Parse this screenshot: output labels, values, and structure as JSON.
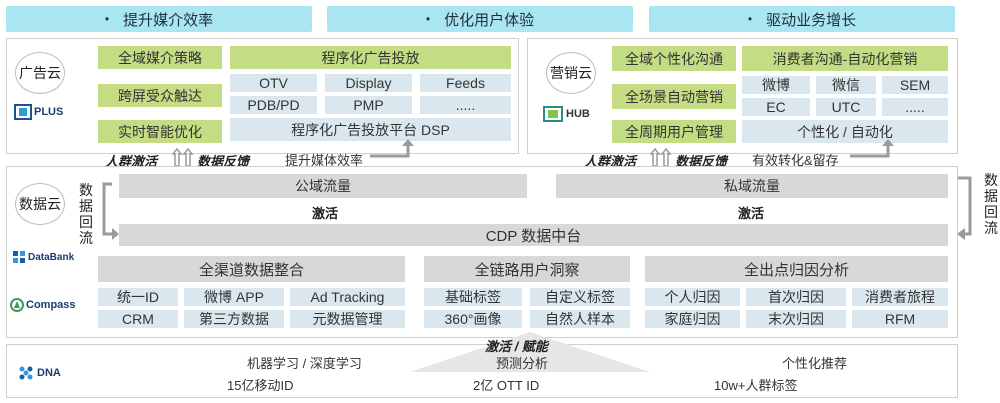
{
  "top": [
    "提升媒介效率",
    "优化用户体验",
    "驱动业务增长"
  ],
  "ad_cloud": {
    "name": "广告云",
    "logo": "PLUS",
    "strategies": [
      "全域媒介策略",
      "跨屏受众触达",
      "实时智能优化"
    ],
    "programmatic_title": "程序化广告投放",
    "programmatic_items": [
      "OTV",
      "Display",
      "Feeds",
      "PDB/PD",
      "PMP",
      "....."
    ],
    "dsp": "程序化广告投放平台 DSP",
    "activate": "人群激活",
    "feedback": "数据反馈",
    "efficiency": "提升媒体效率"
  },
  "mkt_cloud": {
    "name": "营销云",
    "logo": "HUB",
    "strategies": [
      "全域个性化沟通",
      "全场景自动营销",
      "全周期用户管理"
    ],
    "auto_title": "消费者沟通-自动化营销",
    "auto_items": [
      "微博",
      "微信",
      "SEM",
      "EC",
      "UTC",
      "....."
    ],
    "personal": "个性化 / 自动化",
    "activate": "人群激活",
    "feedback": "数据反馈",
    "conversion": "有效转化&留存"
  },
  "data_cloud": {
    "name": "数据云",
    "logos": [
      "DataBank",
      "Compass"
    ],
    "flowback_left": "数据回流",
    "flowback_right": "数据回流",
    "public": "公域流量",
    "private": "私域流量",
    "activate": "激活",
    "cdp": "CDP 数据中台",
    "sections": [
      {
        "title": "全渠道数据整合",
        "items": [
          "统一ID",
          "微博 APP",
          "Ad Tracking",
          "CRM",
          "第三方数据",
          "元数据管理"
        ]
      },
      {
        "title": "全链路用户洞察",
        "items": [
          "基础标签",
          "自定义标签",
          "360°画像",
          "自然人样本"
        ]
      },
      {
        "title": "全出点归因分析",
        "items": [
          "个人归因",
          "首次归因",
          "消费者旅程",
          "家庭归因",
          "末次归因",
          "RFM"
        ]
      }
    ]
  },
  "dna": {
    "logo": "DNA",
    "empower": "激活 / 赋能",
    "row1": [
      "机器学习 / 深度学习",
      "预测分析",
      "个性化推荐"
    ],
    "row2": [
      "15亿移动ID",
      "2亿 OTT ID",
      "10w+人群标签"
    ]
  },
  "colors": {
    "top": "#a9e6f2",
    "green": "#c4dc84",
    "light_blue": "#dbe7ef",
    "gray": "#d8d8d8"
  }
}
